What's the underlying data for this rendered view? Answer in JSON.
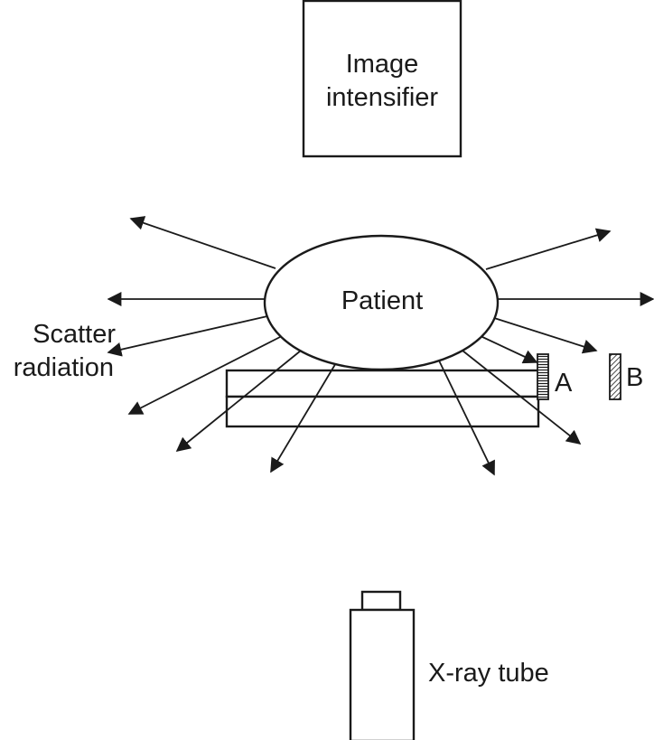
{
  "image_intensifier": {
    "line1": "Image",
    "line2": "intensifier"
  },
  "patient": {
    "label": "Patient"
  },
  "scatter": {
    "line1": "Scatter",
    "line2": "radiation"
  },
  "dosimeter_a": {
    "label": "A"
  },
  "dosimeter_b": {
    "label": "B"
  },
  "xray_tube": {
    "label": "X-ray tube"
  },
  "colors": {
    "stroke": "#1a1a1a",
    "background": "#ffffff"
  }
}
